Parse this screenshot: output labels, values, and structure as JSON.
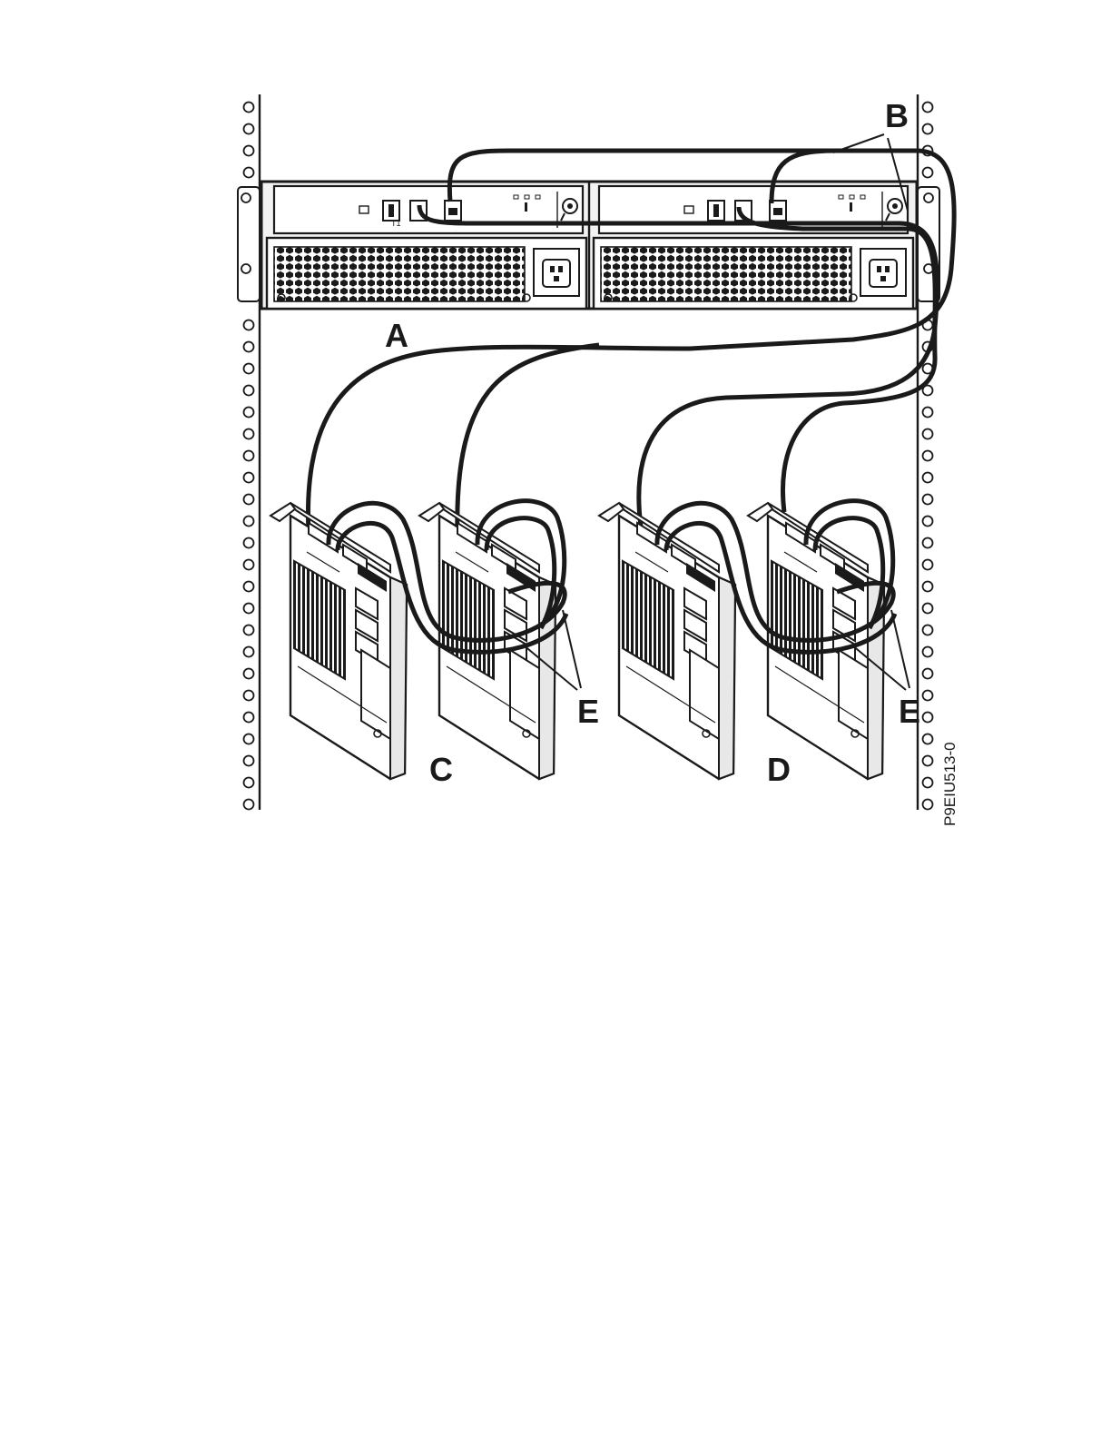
{
  "callouts": {
    "a": "A",
    "b": "B",
    "c": "C",
    "d": "D",
    "e1": "E",
    "e2": "E"
  },
  "port_label": "T1",
  "figure_id": "P9EIU513-0",
  "colors": {
    "ink": "#1a1a1a",
    "background": "#ffffff",
    "panel": "#f2f2f2"
  }
}
